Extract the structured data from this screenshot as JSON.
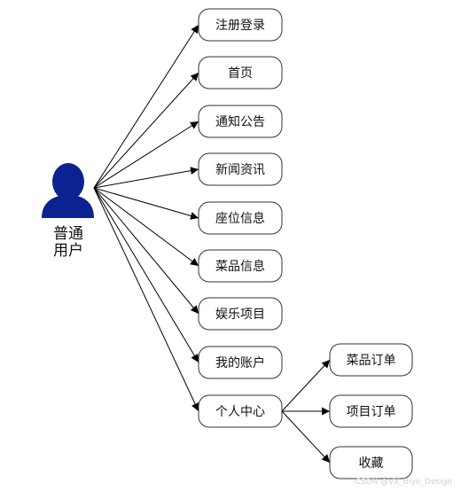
{
  "actor": {
    "label_line1": "普通",
    "label_line2": "用户",
    "color": "#0d2291"
  },
  "modules": [
    "注册登录",
    "首页",
    "通知公告",
    "新闻资讯",
    "座位信息",
    "菜品信息",
    "娱乐项目",
    "我的账户",
    "个人中心"
  ],
  "sub_modules": {
    "parent": "个人中心",
    "items": [
      "菜品订单",
      "项目订单",
      "收藏"
    ]
  },
  "watermark": "CSDN @VX_Biye_Design",
  "colors": {
    "line": "#000000",
    "node_border": "#333333",
    "node_fill": "#ffffff"
  }
}
